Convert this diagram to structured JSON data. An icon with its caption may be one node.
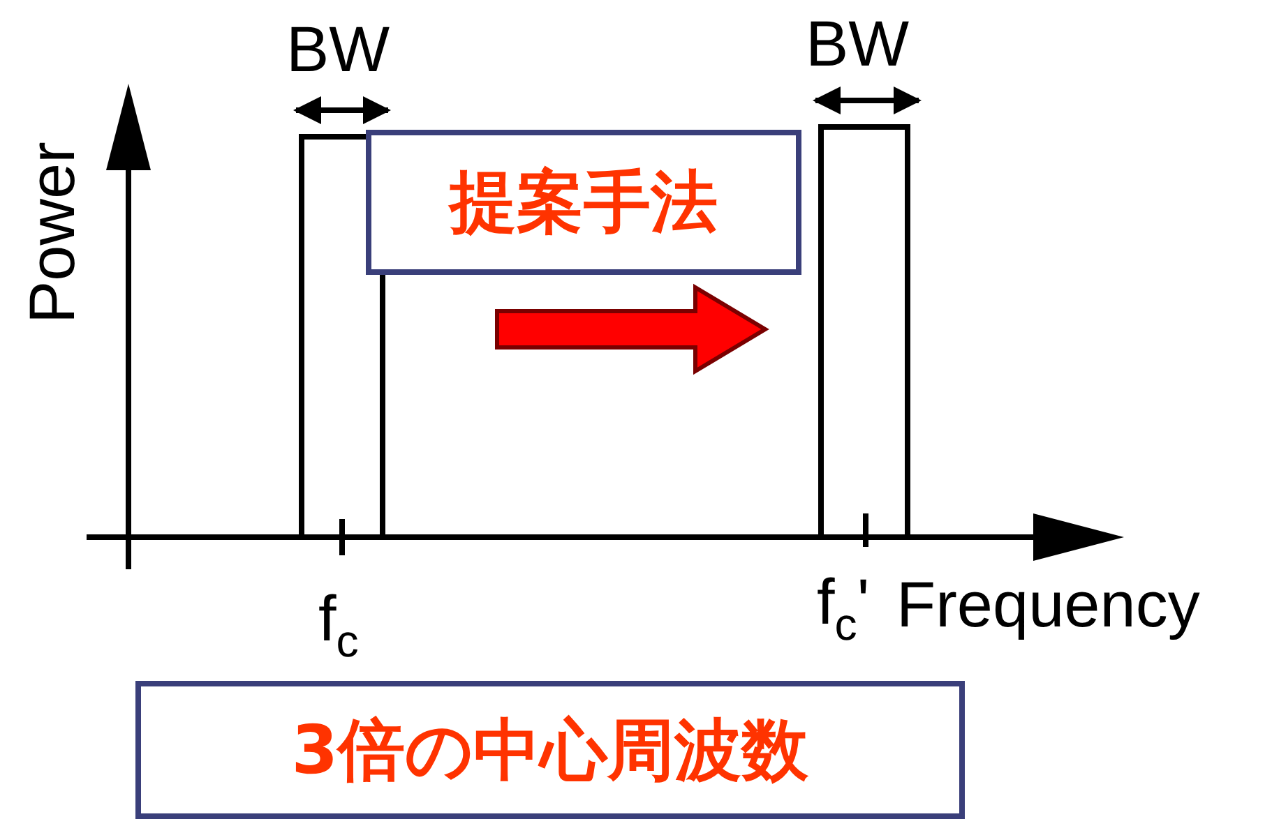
{
  "diagram": {
    "nodes": [
      {
        "text": [
          "提案手法"
        ]
      },
      {
        "text": [],
        "shape": "bar"
      },
      {
        "text": [],
        "shape": "bar"
      },
      {
        "text": [
          "3倍の中心周波数"
        ]
      }
    ],
    "edges": [
      {
        "from": 1,
        "to": 2,
        "arrow": "to",
        "style": "thick",
        "color": "#ff0000"
      }
    ],
    "labels": [
      "BW",
      "BW",
      "Power",
      "f$_{c}$",
      "f$_{c}$'",
      "Frequency"
    ]
  }
}
